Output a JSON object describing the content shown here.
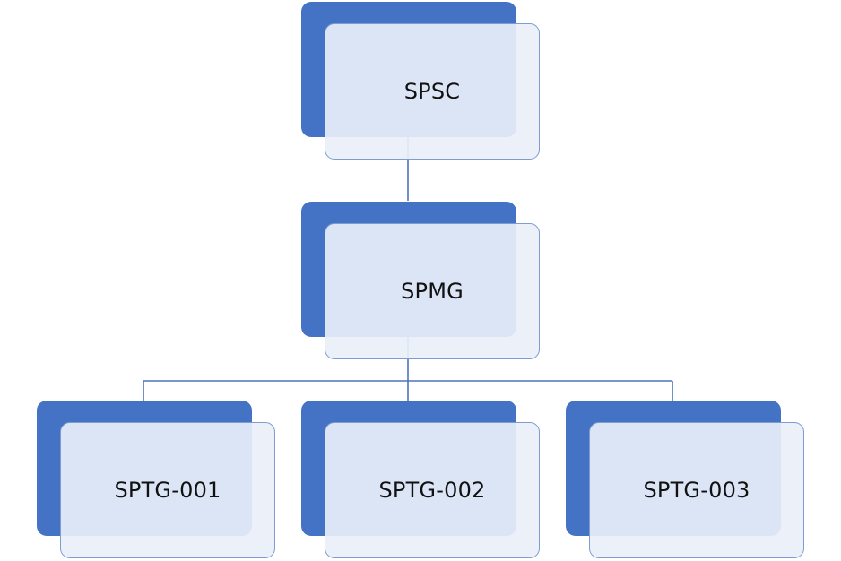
{
  "diagram": {
    "type": "org-chart",
    "colors": {
      "back_box": "#4472c4",
      "front_box": "#e9eff8",
      "connector": "#4f73b8",
      "text": "#111111"
    },
    "root": {
      "label": "SPSC"
    },
    "middle": {
      "label": "SPMG"
    },
    "children": [
      {
        "label": "SPTG-001"
      },
      {
        "label": "SPTG-002"
      },
      {
        "label": "SPTG-003"
      }
    ]
  }
}
